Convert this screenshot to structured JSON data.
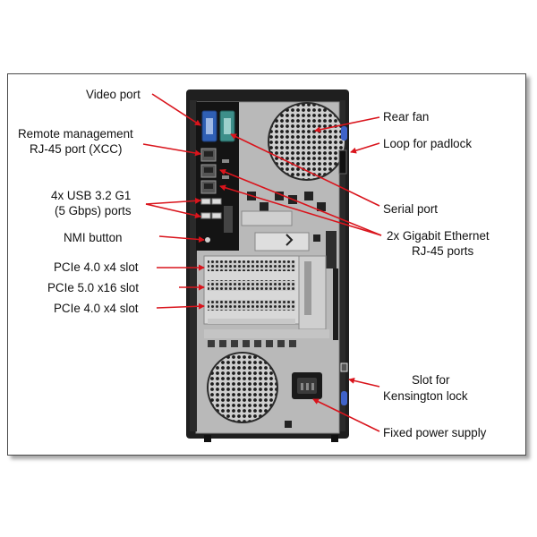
{
  "labels": {
    "video_port": "Video port",
    "remote_mgmt_line1": "Remote management",
    "remote_mgmt_line2": "RJ-45 port (XCC)",
    "usb_line1": "4x USB 3.2 G1",
    "usb_line2": "(5 Gbps) ports",
    "nmi_button": "NMI button",
    "pcie_slot_1": "PCIe 4.0 x4 slot",
    "pcie_slot_2": "PCIe 5.0 x16 slot",
    "pcie_slot_3": "PCIe 4.0 x4 slot",
    "rear_fan": "Rear fan",
    "loop_padlock": "Loop for padlock",
    "serial_port": "Serial port",
    "gigabit_line1": "2x Gigabit Ethernet",
    "gigabit_line2": "RJ-45 ports",
    "kensington_line1": "Slot for",
    "kensington_line2": "Kensington lock",
    "power_supply": "Fixed power supply"
  },
  "colors": {
    "callout": "#d9141c",
    "chassis_dark": "#1f1f1f",
    "chassis_panel": "#b9b9b9",
    "accent_blue": "#3f63c9",
    "vga_blue": "#2f5fb5",
    "serial_teal": "#3d8f8a"
  },
  "icons": [
    "padlock-loop-icon",
    "kensington-slot-icon",
    "power-socket-icon"
  ]
}
